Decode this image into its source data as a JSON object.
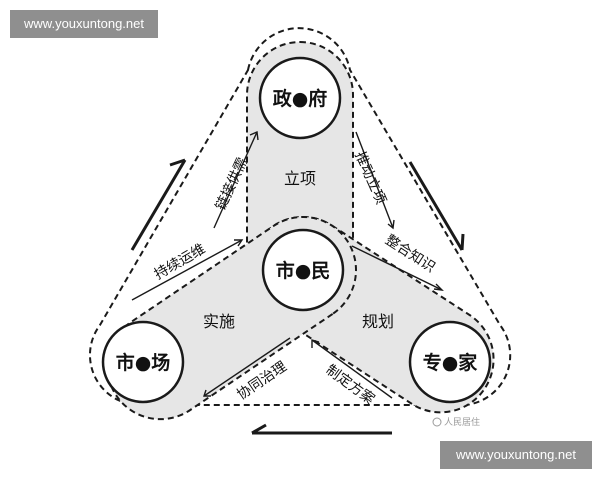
{
  "watermark_top": "www.youxuntong.net",
  "watermark_bottom": "www.youxuntong.net",
  "credit": "人民居住",
  "nodes": {
    "government": "政●府",
    "citizens": "市●民",
    "market": "市●场",
    "experts": "专●家"
  },
  "areas": {
    "project_approval": "立项",
    "planning": "规划",
    "implementation": "实施"
  },
  "arrow_labels": {
    "link_supply_demand": "链接供需",
    "promote_approval": "推动立项",
    "integrate_knowledge": "整合知识",
    "sustain_operation": "持续运维",
    "collaborative_governance": "协同治理",
    "formulate_plan": "制定方案"
  },
  "colors": {
    "band_fill": "#e6e6e6",
    "outline": "#1a1a1a",
    "watermark_bg": "#8f8f8f"
  }
}
